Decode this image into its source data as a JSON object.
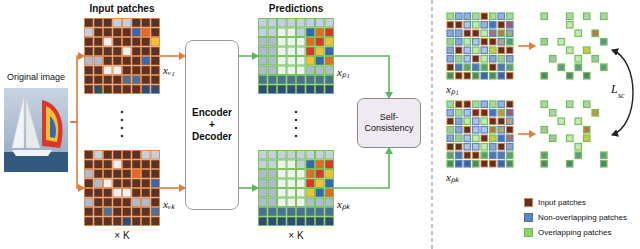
{
  "diagram": {
    "nodes": [
      {
        "text": [
          "Original image"
        ]
      },
      {
        "text": [
          "xᵥ₁"
        ]
      },
      {
        "text": [
          "xᵥₖ"
        ]
      },
      {
        "text": [
          "Encoder + Decoder"
        ]
      },
      {
        "text": [
          "xₚ₁"
        ]
      },
      {
        "text": [
          "xₚₖ"
        ]
      },
      {
        "text": [
          "Self-Consistency"
        ]
      },
      {
        "text": [
          "xₚ₁"
        ]
      },
      {
        "text": [
          "xₚₖ"
        ]
      }
    ],
    "edges": [
      {
        "from": 0,
        "to": 1,
        "arrow": "to"
      },
      {
        "from": 0,
        "to": 2,
        "arrow": "to"
      },
      {
        "from": 1,
        "to": 3,
        "arrow": "to"
      },
      {
        "from": 2,
        "to": 3,
        "arrow": "to"
      },
      {
        "from": 3,
        "to": 4,
        "arrow": "to"
      },
      {
        "from": 3,
        "to": 5,
        "arrow": "to"
      },
      {
        "from": 4,
        "to": 6,
        "arrow": "to"
      },
      {
        "from": 5,
        "to": 6,
        "arrow": "to"
      }
    ],
    "labels": [
      "Input patches",
      "Predictions",
      "× K",
      "× K",
      "L",
      "sc"
    ],
    "legend": [
      {
        "text": "Input patches",
        "color": "#5a3226"
      },
      {
        "text": "Non-overlapping patches",
        "color": "#5b86c4"
      },
      {
        "text": "Overlapping patches",
        "color": "#8ed36b"
      }
    ]
  }
}
